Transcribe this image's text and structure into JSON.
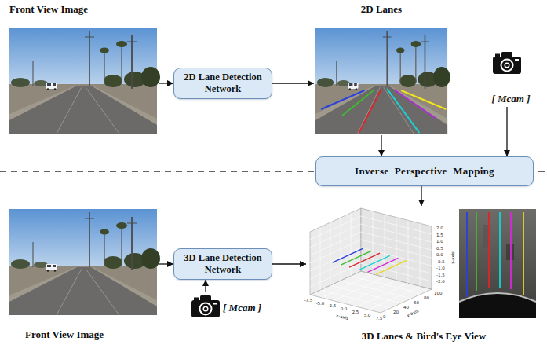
{
  "diagram": {
    "nodes": [
      {
        "text": [
          "Front View Image"
        ]
      },
      {
        "text": [
          "2D Lane Detection Network"
        ]
      },
      {
        "text": [
          "2D Lanes"
        ]
      },
      {
        "text": [
          "[ Mcam ]"
        ]
      },
      {
        "text": [
          "Inverse Perspective Mapping"
        ]
      },
      {
        "text": [
          "Front View Image"
        ]
      },
      {
        "text": [
          "3D Lane Detection Network"
        ]
      },
      {
        "text": [
          "[ Mcam ]"
        ]
      },
      {
        "text": [
          "3D Lanes & Bird's Eye View"
        ]
      }
    ],
    "edges": [
      {
        "from": 0,
        "to": 1,
        "arrow": "to"
      },
      {
        "from": 1,
        "to": 2,
        "arrow": "to"
      },
      {
        "from": 2,
        "to": 4,
        "arrow": "to"
      },
      {
        "from": 3,
        "to": 4,
        "arrow": "to"
      },
      {
        "from": 4,
        "to": 8,
        "arrow": "to"
      },
      {
        "from": 5,
        "to": 6,
        "arrow": "to"
      },
      {
        "from": 7,
        "to": 6,
        "arrow": "to"
      },
      {
        "from": 6,
        "to": 8,
        "arrow": "to"
      }
    ],
    "labels": [
      "2.0",
      "1.5",
      "1.0",
      "0.5",
      "0.0",
      "-0.5",
      "-1.0",
      "-1.5",
      "-2.0",
      "z-axis",
      "0",
      "20",
      "40",
      "60",
      "80",
      "100",
      "y-axis",
      "-7.5",
      "-5.0",
      "-2.5",
      "0.0",
      "2.5",
      "5.0",
      "7.5",
      "x-axis"
    ]
  }
}
